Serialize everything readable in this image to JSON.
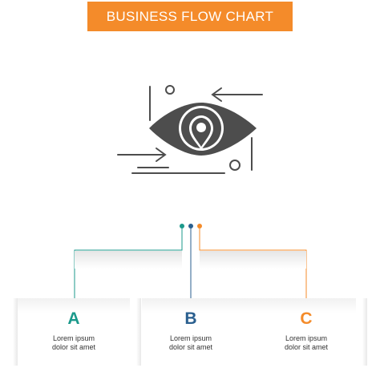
{
  "title": "BUSINESS FLOW CHART",
  "colors": {
    "banner": "#f48b2a",
    "icon": "#4d4d4d",
    "step_a": "#1b998b",
    "step_b": "#2a5f8f",
    "step_c": "#f48b2a"
  },
  "icon_name": "eye-with-location-pin-icon",
  "steps": [
    {
      "letter": "A",
      "line1": "Lorem ipsum",
      "line2": "dolor sit amet"
    },
    {
      "letter": "B",
      "line1": "Lorem ipsum",
      "line2": "dolor sit amet"
    },
    {
      "letter": "C",
      "line1": "Lorem ipsum",
      "line2": "dolor sit amet"
    }
  ]
}
